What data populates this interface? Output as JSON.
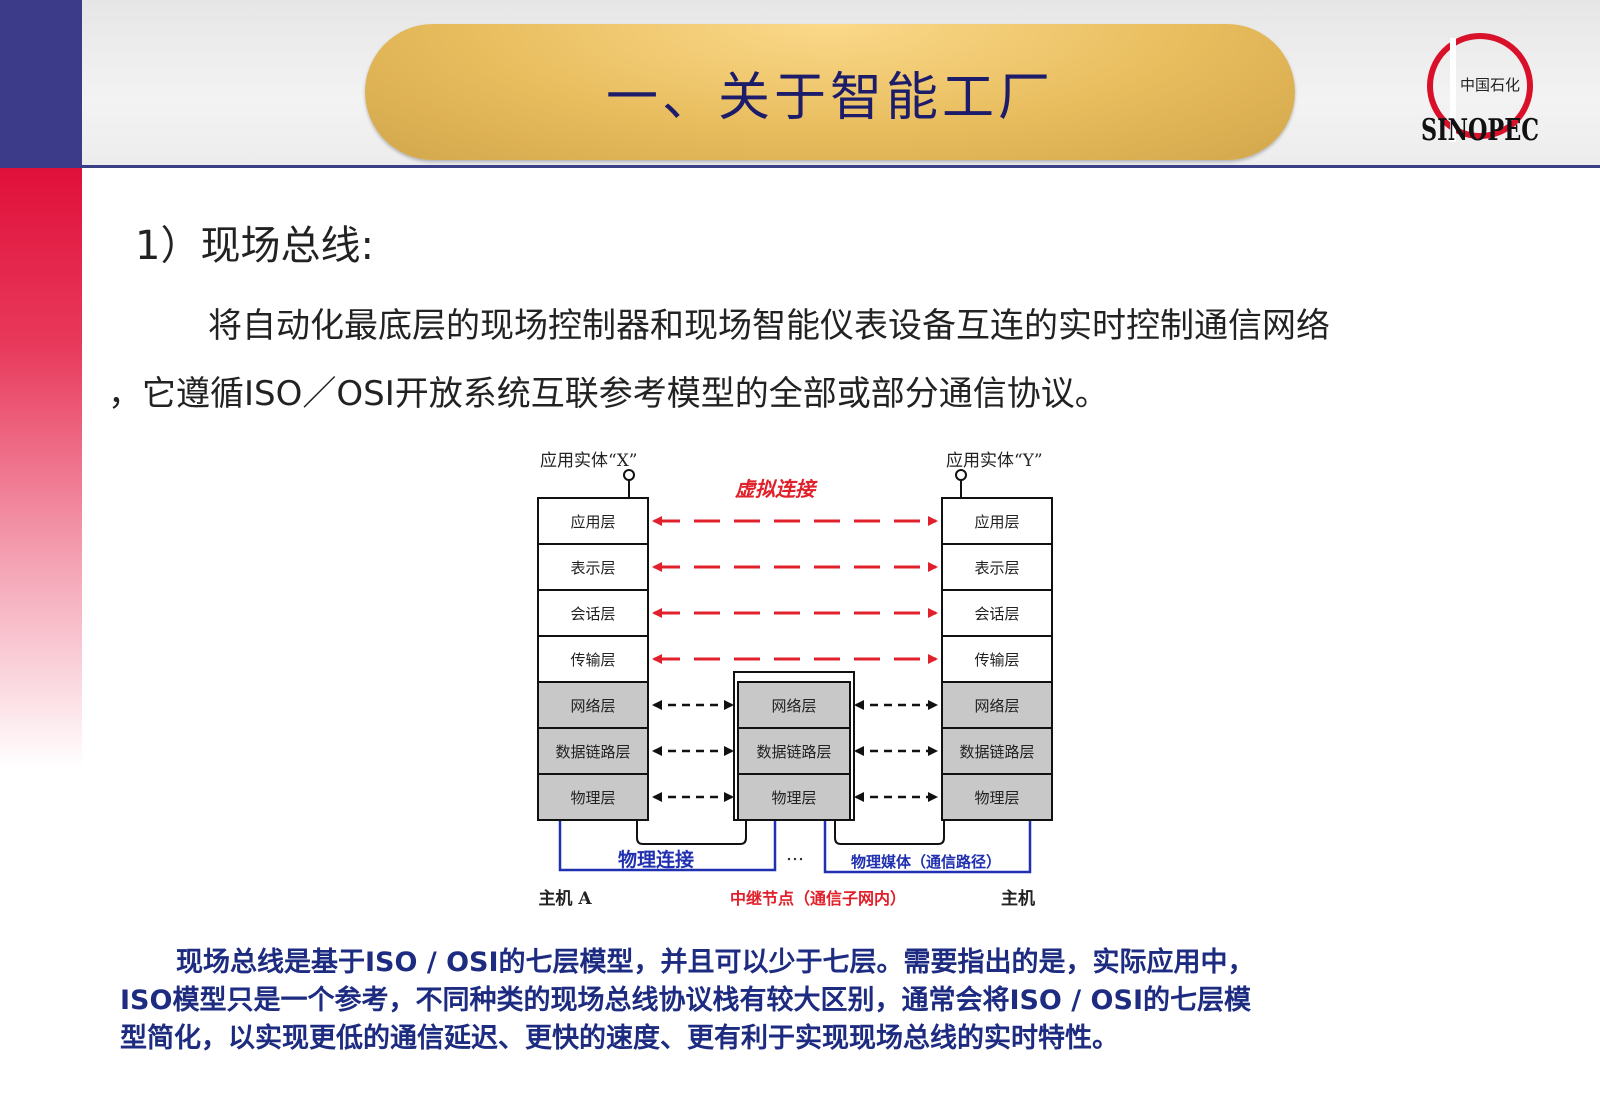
{
  "header": {
    "title": "一、关于智能工厂",
    "logo": {
      "icon": "sinopec-logo",
      "cn_text": "中国石化",
      "brand_text": "SINOPEC"
    }
  },
  "section": {
    "heading": "1）现场总线:"
  },
  "paragraph": {
    "line1": "将自动化最底层的现场控制器和现场智能仪表设备互连的实时控制通信网络",
    "line2": "，它遵循ISO／OSI开放系统互联参考模型的全部或部分通信协议。"
  },
  "diagram": {
    "entity_x": "应用实体“X”",
    "entity_y": "应用实体“Y”",
    "virtual_link": "虚拟连接",
    "layers": [
      "应用层",
      "表示层",
      "会话层",
      "传输层",
      "网络层",
      "数据链路层",
      "物理层"
    ],
    "relay_layers": [
      "网络层",
      "数据链路层",
      "物理层"
    ],
    "physical_link": "物理连接",
    "physical_media": "物理媒体（通信路径）",
    "dots": "…",
    "host_a": "主机 A",
    "relay_node": "中继节点（通信子网内）",
    "host_b": "主机",
    "colors": {
      "virtual_arrow": "#e0202a",
      "media_line": "#2030b0",
      "shaded_layer": "#c8c8c8"
    }
  },
  "caption": {
    "line1": "现场总线是基于ISO / OSI的七层模型，并且可以少于七层。需要指出的是，实际应用中，",
    "line2": "ISO模型只是一个参考，不同种类的现场总线协议栈有较大区别，通常会将ISO / OSI的七层模",
    "line3": "型简化，以实现更低的通信延迟、更快的速度、更有利于实现现场总线的实时特性。"
  }
}
